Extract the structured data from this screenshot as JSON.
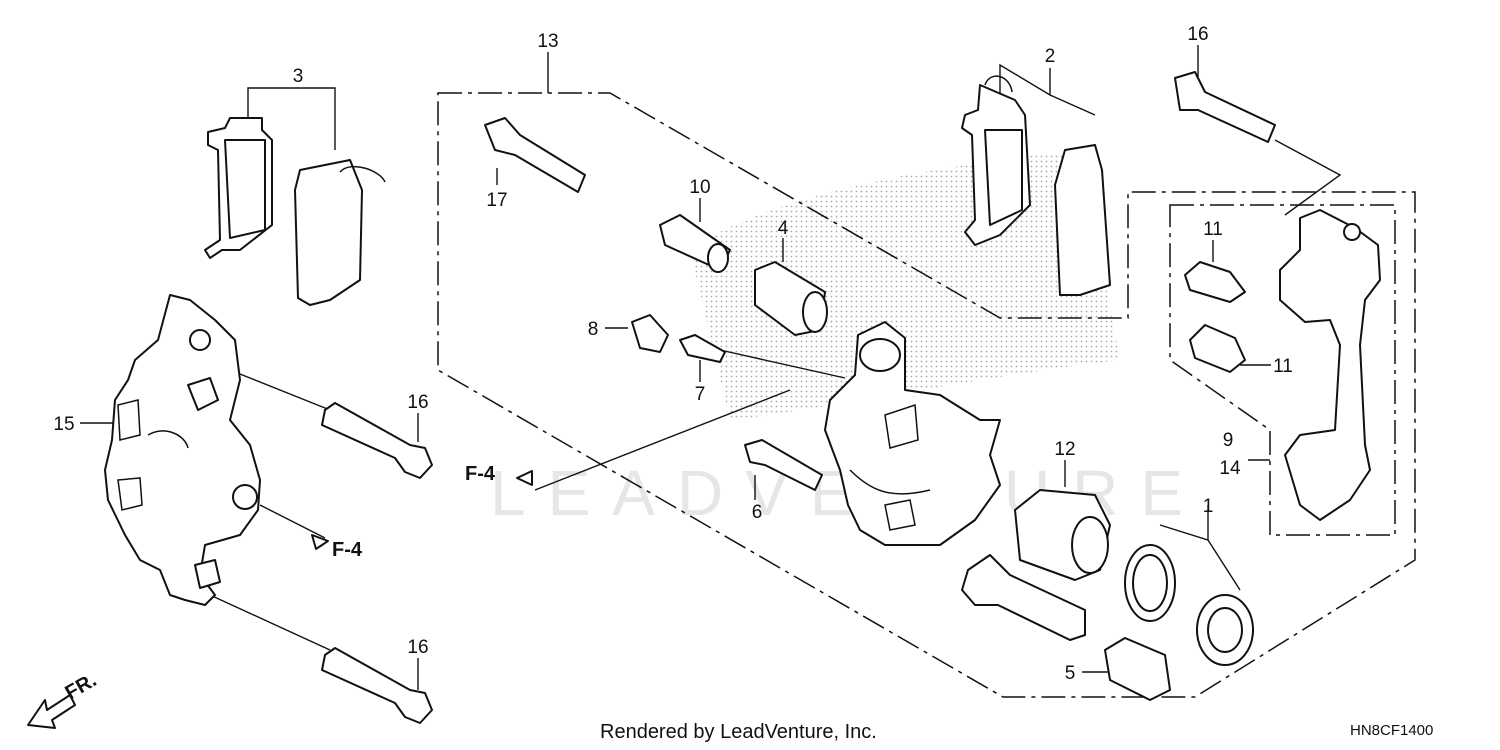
{
  "diagram": {
    "callouts": {
      "c1": "1",
      "c2": "2",
      "c3": "3",
      "c4": "4",
      "c5": "5",
      "c6": "6",
      "c7": "7",
      "c8": "8",
      "c9": "9",
      "c14": "14",
      "c10": "10",
      "c11a": "11",
      "c11b": "11",
      "c12": "12",
      "c13": "13",
      "c15": "15",
      "c16a": "16",
      "c16b": "16",
      "c16c": "16",
      "c17": "17"
    },
    "refs": {
      "ref_a": "F-4",
      "ref_b": "F-4"
    },
    "direction": "FR.",
    "watermark": "LEADVENTURE",
    "footer": "Rendered by LeadVenture, Inc.",
    "diagram_code": "HN8CF1400"
  }
}
